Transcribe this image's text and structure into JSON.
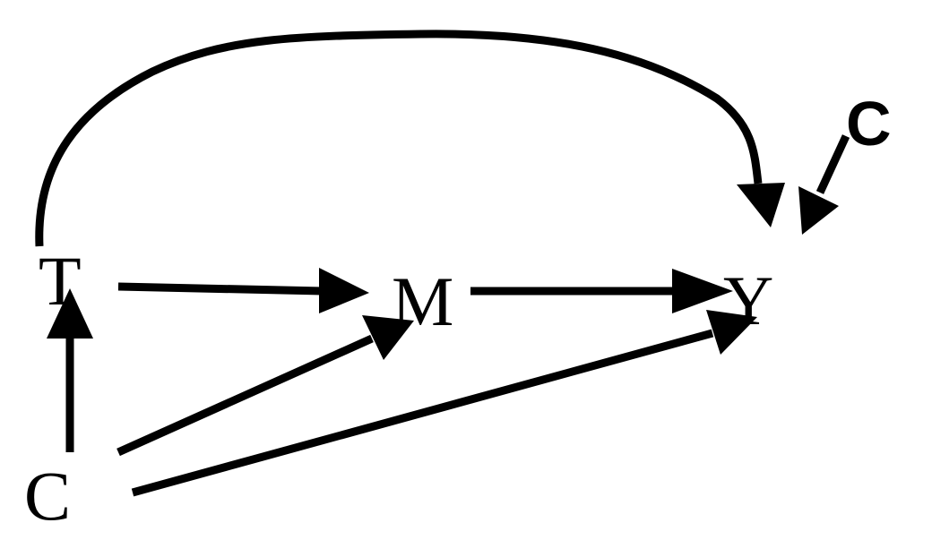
{
  "diagram": {
    "nodes": {
      "T": "T",
      "M": "M",
      "Y": "Y",
      "C_bottom": "C",
      "C_top_right": "C"
    },
    "edges": [
      {
        "from": "T",
        "to": "M"
      },
      {
        "from": "M",
        "to": "Y"
      },
      {
        "from": "T",
        "to": "Y"
      },
      {
        "from": "C",
        "to": "T"
      },
      {
        "from": "C",
        "to": "M"
      },
      {
        "from": "C",
        "to": "Y"
      },
      {
        "from": "C",
        "to": "Y"
      }
    ]
  }
}
